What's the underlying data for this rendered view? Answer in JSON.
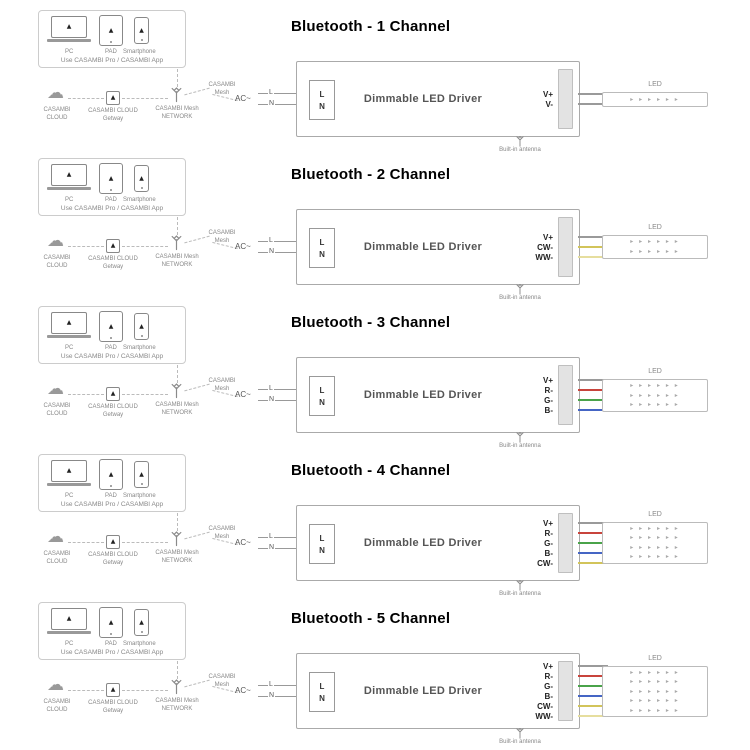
{
  "shared": {
    "pc_label": "PC",
    "pad_label": "PAD",
    "smartphone_label": "Smartphone",
    "caption": "Use CASAMBI Pro  /  CASAMBI App",
    "cloud_label": "CASAMBI\nCLOUD",
    "gateway_label": "CASAMBI CLOUD\nGetway",
    "mesh_network_label": "CASAMBI Mesh\nNETWORK",
    "casambi_mesh": "CASAMBI\nMesh",
    "ac_label": "AC~",
    "line_l": "L",
    "line_n": "N",
    "driver_label": "Dimmable LED Driver",
    "led_label": "LED",
    "antenna_label": "Built-in antenna",
    "icons": {
      "cloud": "☁",
      "logo": "▲",
      "led_row": "▸ ▸ ▸   ▸ ▸ ▸"
    }
  },
  "sections": [
    {
      "title": "Bluetooth - 1 Channel",
      "led_rows": 1,
      "outputs": [
        {
          "label": "V+",
          "color": "#9a9a9a"
        },
        {
          "label": "V-",
          "color": "#9a9a9a"
        }
      ]
    },
    {
      "title": "Bluetooth - 2 Channel",
      "led_rows": 2,
      "outputs": [
        {
          "label": "V+",
          "color": "#9a9a9a"
        },
        {
          "label": "CW-",
          "color": "#d2c45a"
        },
        {
          "label": "WW-",
          "color": "#e6de9e"
        }
      ]
    },
    {
      "title": "Bluetooth - 3 Channel",
      "led_rows": 3,
      "outputs": [
        {
          "label": "V+",
          "color": "#9a9a9a"
        },
        {
          "label": "R-",
          "color": "#c8443c"
        },
        {
          "label": "G-",
          "color": "#4aa34a"
        },
        {
          "label": "B-",
          "color": "#4565c4"
        }
      ]
    },
    {
      "title": "Bluetooth - 4 Channel",
      "led_rows": 4,
      "outputs": [
        {
          "label": "V+",
          "color": "#9a9a9a"
        },
        {
          "label": "R-",
          "color": "#c8443c"
        },
        {
          "label": "G-",
          "color": "#4aa34a"
        },
        {
          "label": "B-",
          "color": "#4565c4"
        },
        {
          "label": "CW-",
          "color": "#d2c45a"
        }
      ]
    },
    {
      "title": "Bluetooth - 5 Channel",
      "led_rows": 5,
      "outputs": [
        {
          "label": "V+",
          "color": "#9a9a9a"
        },
        {
          "label": "R-",
          "color": "#c8443c"
        },
        {
          "label": "G-",
          "color": "#4aa34a"
        },
        {
          "label": "B-",
          "color": "#4565c4"
        },
        {
          "label": "CW-",
          "color": "#d2c45a"
        },
        {
          "label": "WW-",
          "color": "#e6de9e"
        }
      ]
    }
  ]
}
